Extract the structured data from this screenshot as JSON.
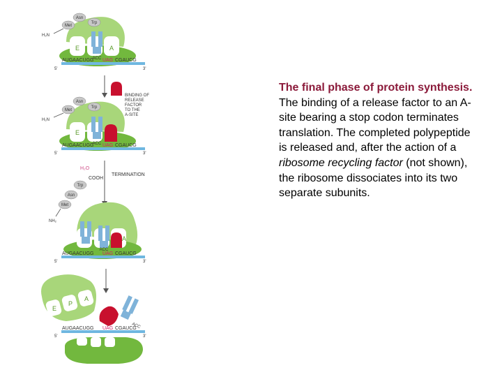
{
  "caption": {
    "title": "The final phase of protein synthesis.",
    "part1": " The binding of a release factor to an A-site bearing a stop codon terminates translation. The completed polypeptide is released and, after the action of a ",
    "italic1": "ribosome recycling factor",
    "part2": " (not shown), the ribosome dissociates into its two separate subunits."
  },
  "figure": {
    "mrna_prefix": "AUGAACUGG",
    "stop_codon": "UAG",
    "mrna_suffix": "CGAUCG",
    "five_prime": "5'",
    "three_prime": "3'",
    "trna_anticodon": "ACC",
    "amino_met": "Met",
    "amino_asn": "Asn",
    "amino_trp": "Trp",
    "n_terminus_1": "H₂N",
    "n_terminus_2": "H₂N",
    "n_terminus_3": "NH₂",
    "site_e": "E",
    "site_p": "P",
    "site_a": "A",
    "label_binding": [
      "BINDING OF",
      "RELEASE",
      "FACTOR",
      "TO THE",
      "A-SITE"
    ],
    "label_termination": "TERMINATION",
    "water": "H₂O",
    "carboxyl": "COOH",
    "colors": {
      "ribosome": "#a8d67a",
      "ribosome_dark": "#72b83e",
      "trna": "#7fb3d9",
      "mrna_band": "#6fb7e0",
      "release_factor": "#c8102e",
      "stop_codon": "#d0206a",
      "label_red": "#c0304a",
      "pink": "#d04d88"
    }
  }
}
